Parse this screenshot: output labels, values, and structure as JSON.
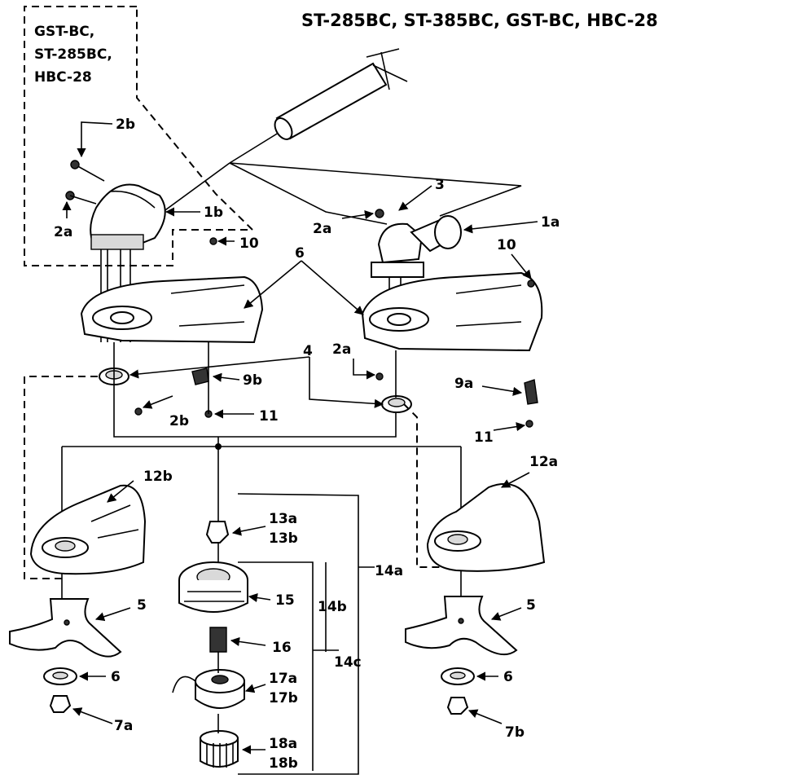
{
  "title": "ST-285BC, ST-385BC, GST-BC, HBC-28",
  "inset_box_lines": [
    "GST-BC,",
    "ST-285BC,",
    "HBC-28"
  ],
  "callouts": {
    "c_2b_top": "2b",
    "c_2a_left": "2a",
    "c_1b": "1b",
    "c_10_left": "10",
    "c_6_top": "6",
    "c_3": "3",
    "c_2a_right": "2a",
    "c_1a": "1a",
    "c_10_right": "10",
    "c_4": "4",
    "c_2a_mid": "2a",
    "c_9b": "9b",
    "c_9a": "9a",
    "c_2b_mid": "2b",
    "c_11_mid": "11",
    "c_11_right": "11",
    "c_12b": "12b",
    "c_12a": "12a",
    "c_13a": "13a",
    "c_13b": "13b",
    "c_14a": "14a",
    "c_15": "15",
    "c_14b": "14b",
    "c_16": "16",
    "c_14c": "14c",
    "c_17a": "17a",
    "c_17b": "17b",
    "c_18a": "18a",
    "c_18b": "18b",
    "c_5_left": "5",
    "c_5_right": "5",
    "c_6_left": "6",
    "c_6_right": "6",
    "c_7a": "7a",
    "c_7b": "7b"
  }
}
